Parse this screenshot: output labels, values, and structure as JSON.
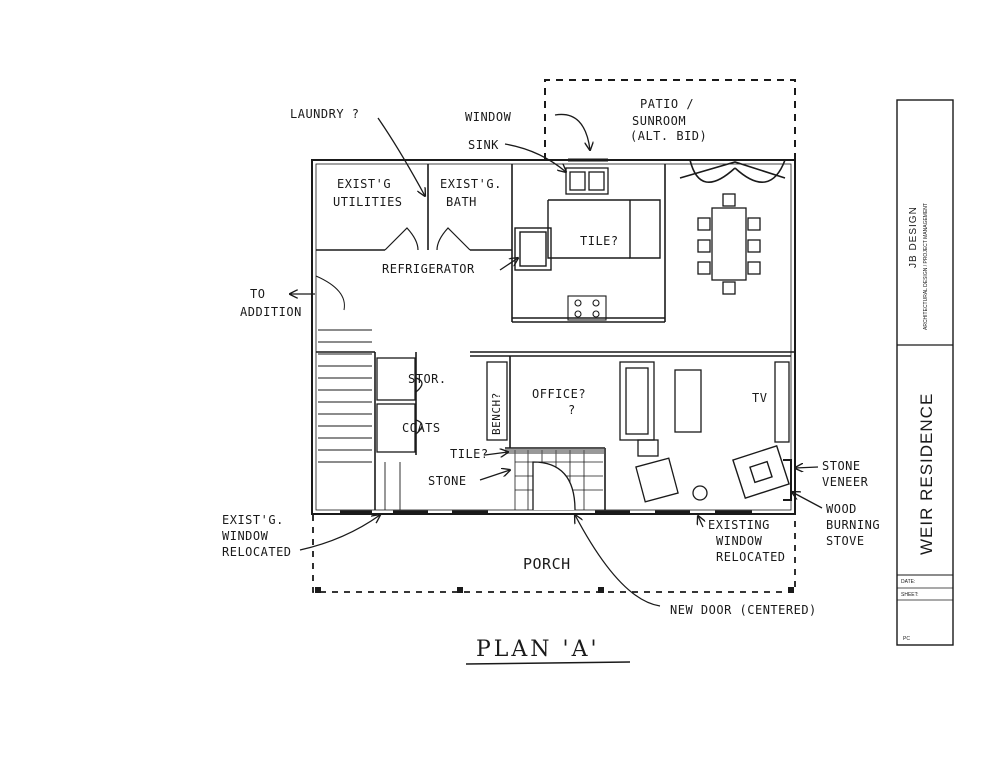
{
  "plan_title": "PLAN 'A'",
  "rooms": {
    "laundry": "LAUNDRY ?",
    "window_top": "WINDOW",
    "patio_line1": "PATIO /",
    "patio_line2": "SUNROOM",
    "patio_line3": "(ALT. BID)",
    "sink": "SINK",
    "utilities_line1": "EXIST'G",
    "utilities_line2": "UTILITIES",
    "bath_line1": "EXIST'G.",
    "bath_line2": "BATH",
    "tile_kitchen": "TILE?",
    "refrigerator": "REFRIGERATOR",
    "addition_line1": "TO",
    "addition_line2": "ADDITION",
    "stor": "STOR.",
    "coats": "COATS",
    "bench": "BENCH?",
    "office": "OFFICE?",
    "office_q": "?",
    "tv": "TV",
    "tile_entry": "TILE?",
    "stone": "STONE",
    "stone_veneer_line1": "STONE",
    "stone_veneer_line2": "VENEER",
    "wood_line1": "WOOD",
    "wood_line2": "BURNING",
    "wood_line3": "STOVE",
    "window_reloc_left_line1": "EXIST'G.",
    "window_reloc_left_line2": "WINDOW",
    "window_reloc_left_line3": "RELOCATED",
    "window_reloc_right_line1": "EXISTING",
    "window_reloc_right_line2": "WINDOW",
    "window_reloc_right_line3": "RELOCATED",
    "porch": "PORCH",
    "new_door": "NEW DOOR (CENTERED)"
  },
  "title_block": {
    "firm": "JB DESIGN",
    "firm_sub": "ARCHITECTURAL DESIGN / PROJECT MANAGEMENT",
    "project": "WEIR RESIDENCE",
    "date_label": "DATE:",
    "sheet_label": "SHEET:",
    "page_mark": "PC"
  }
}
